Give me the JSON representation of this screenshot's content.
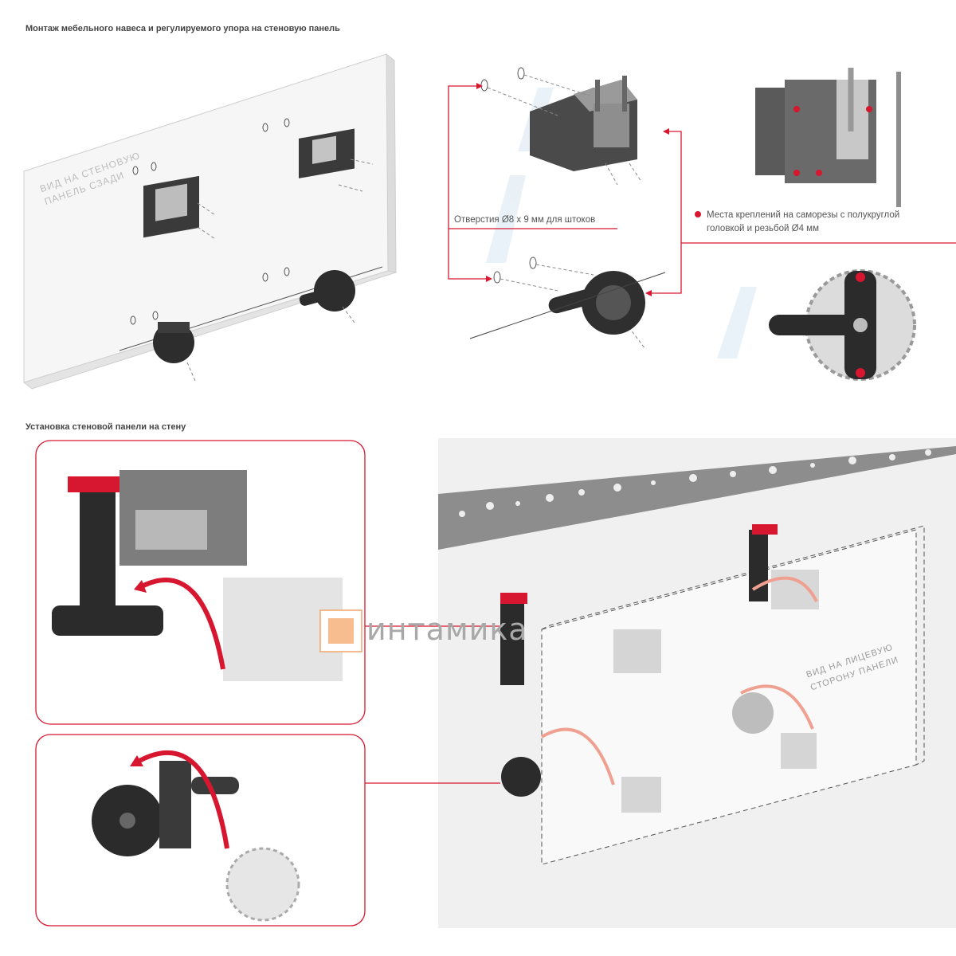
{
  "section_top": {
    "title": "Монтаж мебельного навеса и регулируемого упора на стеновую панель"
  },
  "section_bottom": {
    "title": "Установка стеновой панели на стену"
  },
  "panel_back": {
    "line1": "вид на стеновую",
    "line2": "панель сзади"
  },
  "panel_front": {
    "line1": "вид на лицевую",
    "line2": "сторону панели"
  },
  "holes_label": "Отверстия Ø8 x 9 мм для штоков",
  "screw_label": {
    "line1": "Места креплений на саморезы с полукруглой",
    "line2": "головкой и резьбой Ø4 мм"
  },
  "brand": {
    "text": "интамика"
  },
  "colors": {
    "accent": "#d7172f",
    "dark": "#2b2b2b",
    "grey": "#7d7d7d",
    "light": "#d9d9d9"
  }
}
